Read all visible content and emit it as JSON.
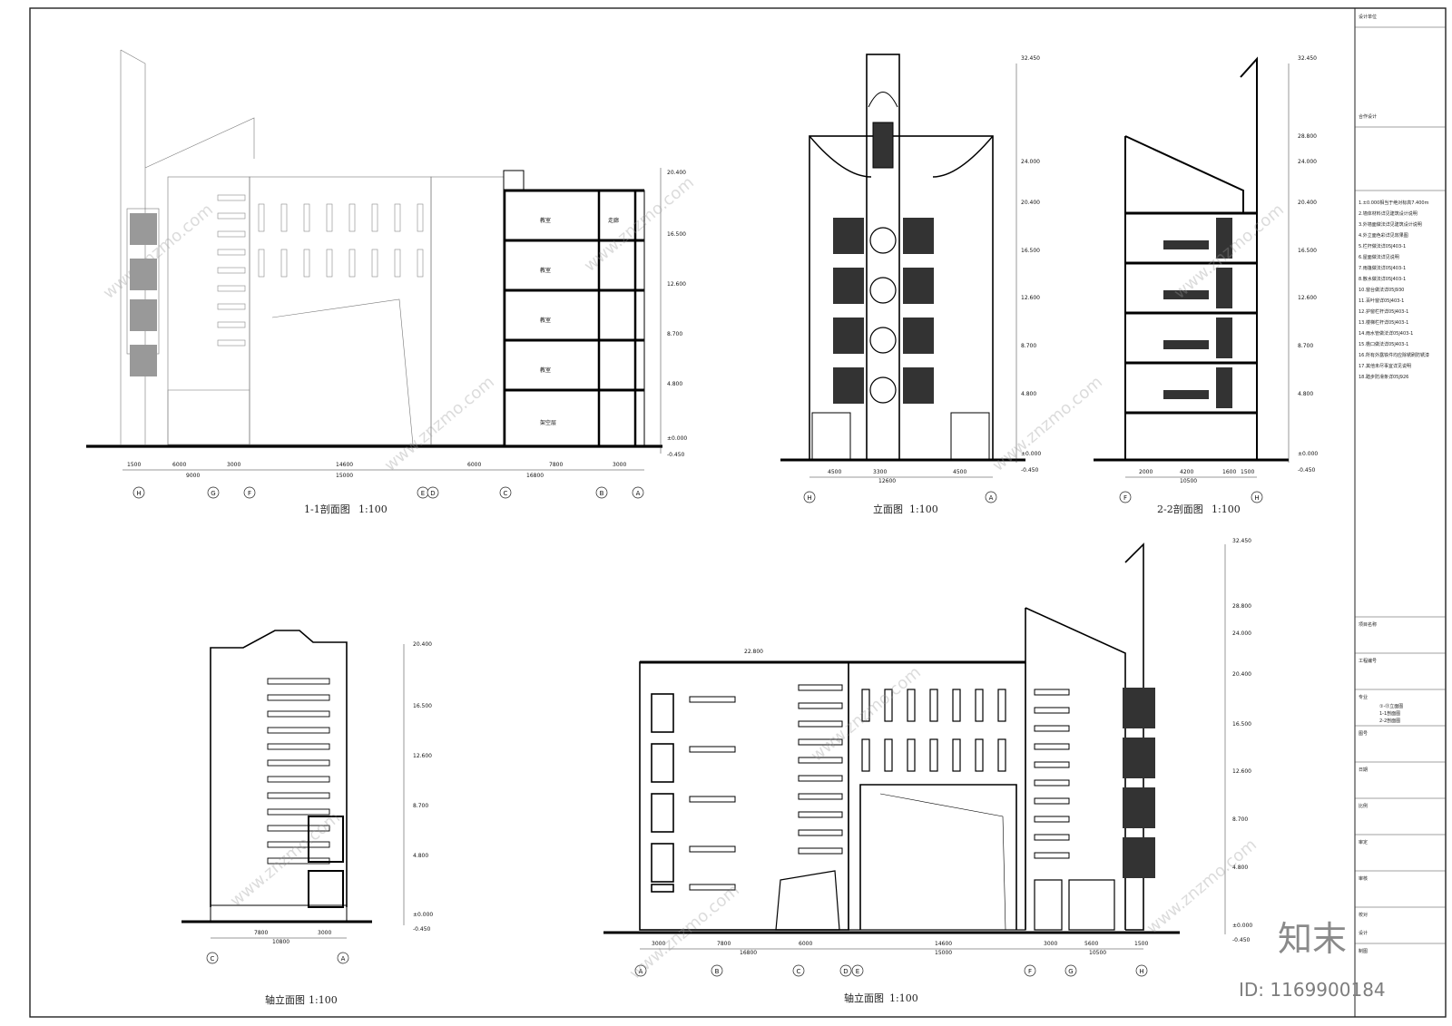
{
  "drawings": {
    "sec11": {
      "title": "1-1剖面图",
      "scale": "1:100"
    },
    "elevHA": {
      "title": "立面图",
      "scale": "1:100"
    },
    "sec22": {
      "title": "2-2剖面图",
      "scale": "1:100"
    },
    "elevCA": {
      "title": "轴立面图",
      "scale": "1:100"
    },
    "elevAH": {
      "title": "轴立面图",
      "scale": "1:100"
    }
  },
  "levels": [
    "32.450",
    "28.800",
    "24.000",
    "20.400",
    "16.500",
    "12.600",
    "8.700",
    "4.800",
    "±0.000",
    "-0.450"
  ],
  "sec11": {
    "axes": [
      "H",
      "G",
      "F",
      "E",
      "D",
      "C",
      "B",
      "A"
    ],
    "dims": [
      "1500",
      "6000",
      "3000",
      "14600",
      "6000",
      "7800",
      "3000"
    ],
    "totals": [
      "9000",
      "15000",
      "16800"
    ],
    "rooms": [
      "教室",
      "教室",
      "教室",
      "教室",
      "走廊"
    ],
    "lobby": "架空层"
  },
  "elevHA": {
    "axes": [
      "H",
      "A"
    ],
    "dims": [
      "4500",
      "3300",
      "4500"
    ],
    "total": "12600"
  },
  "sec22": {
    "axes": [
      "F",
      "H"
    ],
    "dims": [
      "2000",
      "4200",
      "1600",
      "1500"
    ],
    "total": "10500"
  },
  "elevCA": {
    "axes": [
      "C",
      "A"
    ],
    "dims": [
      "7800",
      "3000"
    ],
    "total": "10800"
  },
  "elevAH": {
    "axes": [
      "A",
      "B",
      "C",
      "D",
      "E",
      "F",
      "G",
      "H"
    ],
    "dims": [
      "3000",
      "7800",
      "6000",
      "14600",
      "3000",
      "5600",
      "1500"
    ],
    "totals": [
      "16800",
      "15000",
      "10500"
    ],
    "roof_mark": "22.800"
  },
  "notes": [
    "1.±0.000相当于绝对标高7.400m",
    "2.墙体材料详见建筑设计说明",
    "3.外墙面做法详见建筑设计说明",
    "4.外立面色彩详见效果图",
    "5.栏杆做法详05J403-1",
    "6.屋面做法详见说明",
    "7.雨篷做法详05J403-1",
    "8.散水做法详05J403-1",
    "10.窗台做法详05J930",
    "11.百叶窗详05J403-1",
    "12.护窗栏杆详05J403-1",
    "13.楼梯栏杆详05J403-1",
    "14.雨水管做法详05J403-1",
    "15.檐口做法详05J403-1",
    "16.所有外露铁件均应除锈刷防锈漆",
    "17.其他未尽事宜详见说明",
    "18.踏步防滑条详05J926"
  ],
  "title_block": {
    "rows": [
      "设计单位",
      "合作设计",
      "项目名称",
      "工程编号",
      "专业",
      "图号",
      "日期",
      "比例",
      "审定",
      "审核",
      "校对",
      "设计",
      "制图"
    ],
    "drawing_names": [
      "①-⑬立面图",
      "1-1剖面图",
      "2-2剖面图"
    ]
  },
  "watermark": {
    "text": "www.znzmo.com",
    "brand": "知末",
    "id": "ID: 1169900184"
  }
}
